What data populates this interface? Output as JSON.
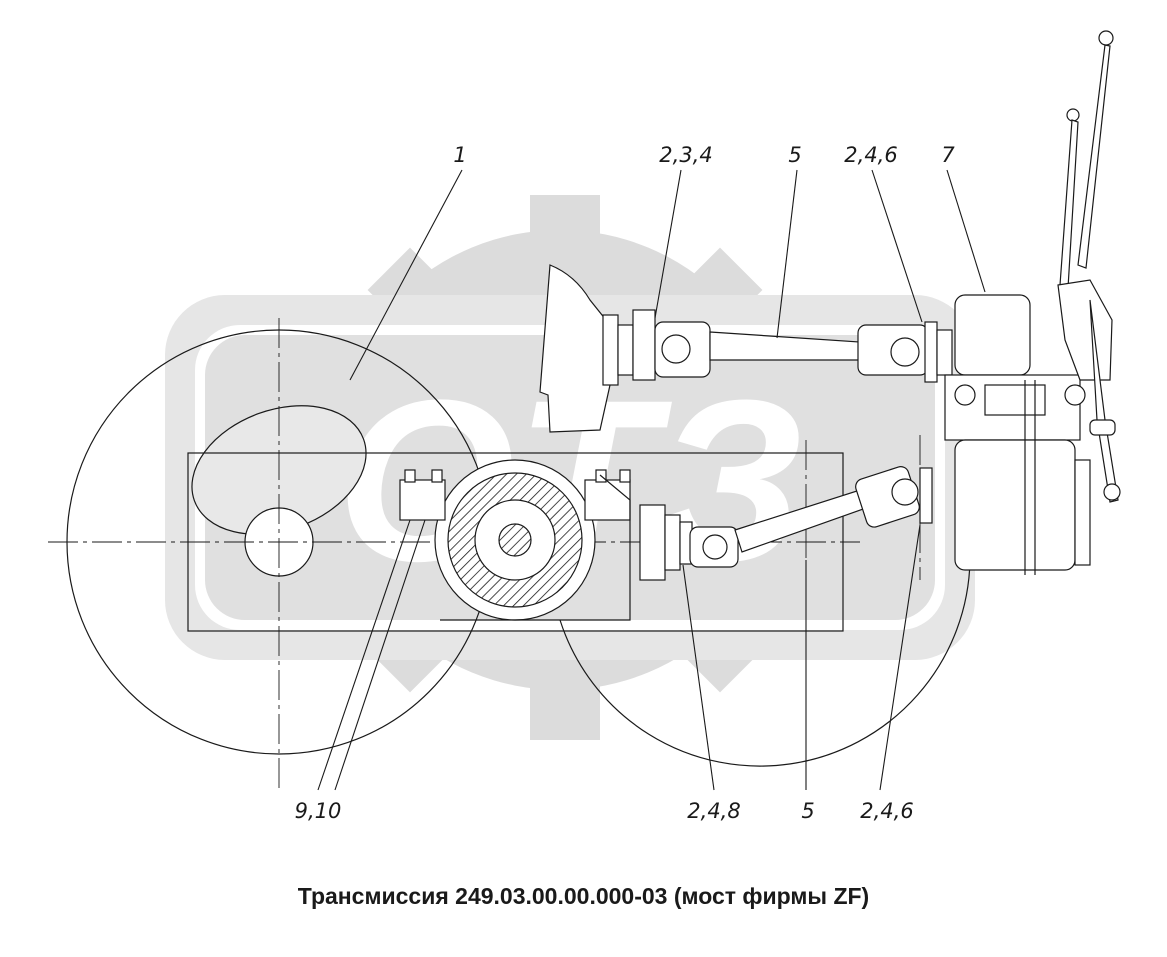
{
  "callouts": {
    "c1": "1",
    "c234": "2,3,4",
    "c5_top": "5",
    "c246_top": "2,4,6",
    "c7": "7",
    "c910": "9,10",
    "c248": "2,4,8",
    "c5_bottom": "5",
    "c246_bottom": "2,4,6"
  },
  "caption": "Трансмиссия 249.03.00.00.000-03 (мост фирмы ZF)",
  "colors": {
    "line": "#1a1a1a",
    "watermark": "#dcdcdc",
    "fill": "#ffffff"
  },
  "watermark": {
    "icon": "gear-logo-watermark"
  }
}
